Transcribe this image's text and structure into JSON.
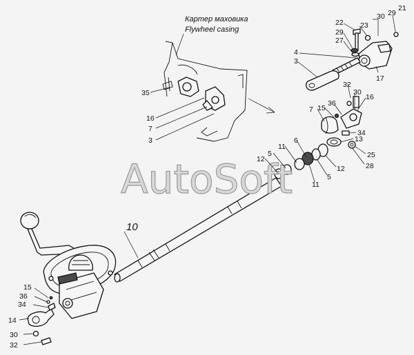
{
  "captions": {
    "ru": "Картер маховика",
    "en": "Flywheel casing"
  },
  "watermark": "AutoSoft",
  "callouts": {
    "c35": "35",
    "c16a": "16",
    "c7a": "7",
    "c3a": "3",
    "c22": "22",
    "c23": "23",
    "c30a": "30",
    "c29a": "29",
    "c21": "21",
    "c29b": "29",
    "c27": "27",
    "c4": "4",
    "c3b": "3",
    "c17": "17",
    "c32a": "32",
    "c36a": "36",
    "c30b": "30",
    "c15a": "15",
    "c16b": "16",
    "c7b": "7",
    "c34a": "34",
    "c13": "13",
    "c6": "6",
    "c11a": "11",
    "c5a": "5",
    "c12a": "12",
    "c25": "25",
    "c28": "28",
    "c12b": "12",
    "c5b": "5",
    "c11b": "11",
    "c10": "10",
    "c15b": "15",
    "c36b": "36",
    "c34b": "34",
    "c14": "14",
    "c30c": "30",
    "c32b": "32"
  }
}
